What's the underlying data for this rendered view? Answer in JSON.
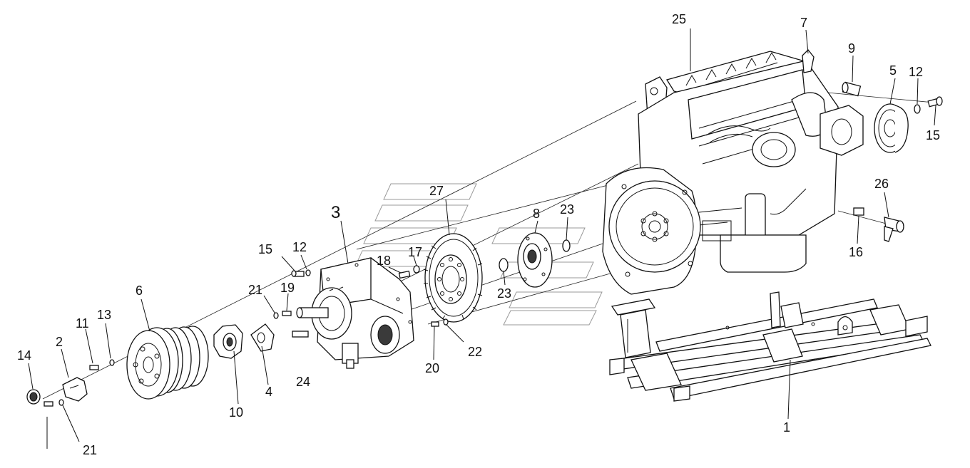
{
  "callouts": [
    {
      "id": "c1",
      "text": "1"
    },
    {
      "id": "c2",
      "text": "2"
    },
    {
      "id": "c3",
      "text": "3"
    },
    {
      "id": "c4",
      "text": "4"
    },
    {
      "id": "c5",
      "text": "5"
    },
    {
      "id": "c6",
      "text": "6"
    },
    {
      "id": "c7",
      "text": "7"
    },
    {
      "id": "c8",
      "text": "8"
    },
    {
      "id": "c9",
      "text": "9"
    },
    {
      "id": "c10",
      "text": "10"
    },
    {
      "id": "c11",
      "text": "11"
    },
    {
      "id": "c12a",
      "text": "12"
    },
    {
      "id": "c12b",
      "text": "12"
    },
    {
      "id": "c13",
      "text": "13"
    },
    {
      "id": "c14",
      "text": "14"
    },
    {
      "id": "c15a",
      "text": "15"
    },
    {
      "id": "c15b",
      "text": "15"
    },
    {
      "id": "c16",
      "text": "16"
    },
    {
      "id": "c17",
      "text": "17"
    },
    {
      "id": "c18",
      "text": "18"
    },
    {
      "id": "c19",
      "text": "19"
    },
    {
      "id": "c20",
      "text": "20"
    },
    {
      "id": "c21a",
      "text": "21"
    },
    {
      "id": "c21b",
      "text": "21"
    },
    {
      "id": "c22",
      "text": "22"
    },
    {
      "id": "c23a",
      "text": "23"
    },
    {
      "id": "c23b",
      "text": "23"
    },
    {
      "id": "c24",
      "text": "24"
    },
    {
      "id": "c25",
      "text": "25"
    },
    {
      "id": "c26",
      "text": "26"
    },
    {
      "id": "c27",
      "text": "27"
    }
  ]
}
